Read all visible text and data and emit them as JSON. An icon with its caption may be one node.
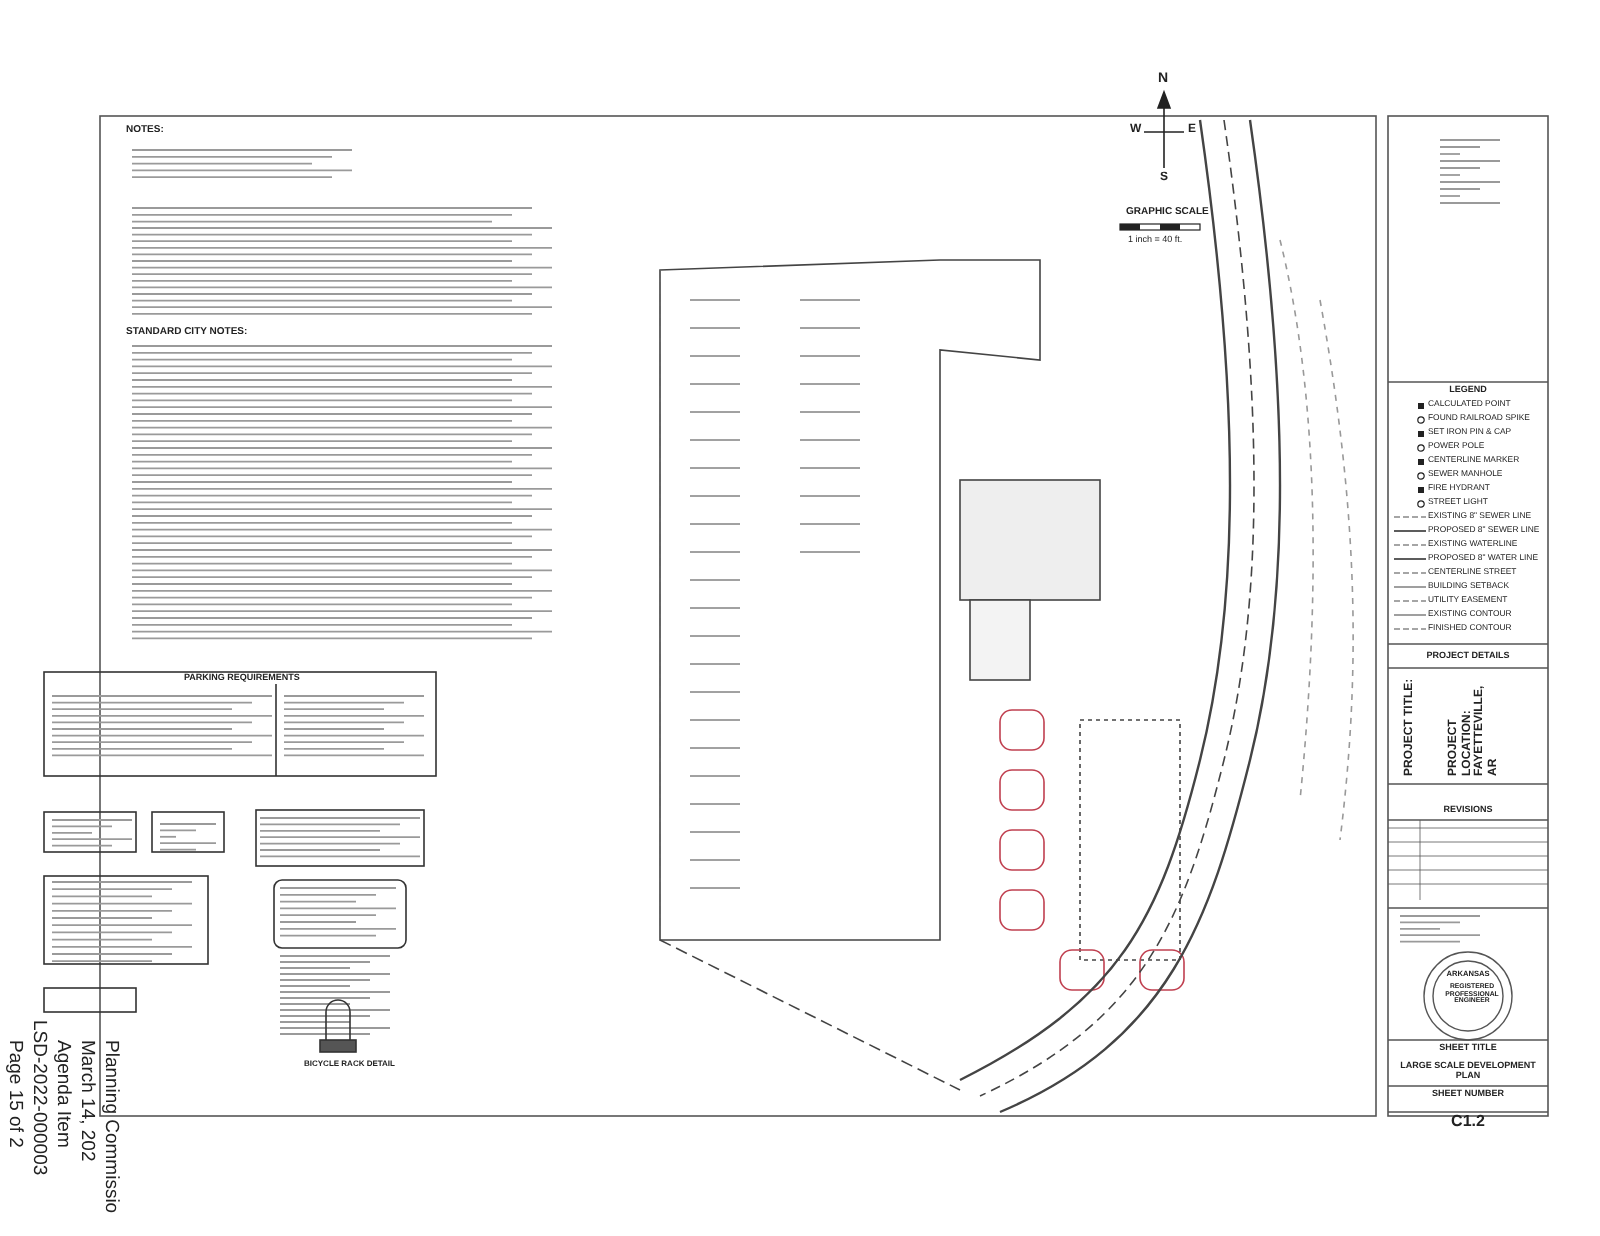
{
  "diagram": {
    "labels": [
      "NOTES:",
      "STANDARD CITY NOTES:",
      "PARKING REQUIREMENTS",
      "BICYCLE RACK DETAIL",
      "N",
      "W",
      "E",
      "S",
      "GRAPHIC SCALE",
      "1 inch = 40 ft.",
      "LEGEND",
      "PROJECT DETAILS",
      "PROJECT TITLE:",
      "PROJECT LOCATION: FAYETTEVILLE, AR",
      "REVISIONS",
      "ARKANSAS",
      "REGISTERED PROFESSIONAL ENGINEER",
      "SHEET TITLE",
      "LARGE SCALE DEVELOPMENT PLAN",
      "SHEET NUMBER",
      "C1.2",
      "Planning Commissio",
      "March 14, 202",
      "Agenda Item",
      "LSD-2022-000003",
      "Page 15 of 2"
    ],
    "legend": [
      {
        "text": "CALCULATED POINT"
      },
      {
        "text": "FOUND RAILROAD SPIKE"
      },
      {
        "text": "SET IRON PIN & CAP"
      },
      {
        "text": "POWER POLE"
      },
      {
        "text": "CENTERLINE MARKER"
      },
      {
        "text": "SEWER MANHOLE"
      },
      {
        "text": "FIRE HYDRANT"
      },
      {
        "text": "STREET LIGHT"
      },
      {
        "text": "EXISTING 8\" SEWER LINE"
      },
      {
        "text": "PROPOSED 8\" SEWER LINE"
      },
      {
        "text": "EXISTING WATERLINE"
      },
      {
        "text": "PROPOSED 8\" WATER LINE"
      },
      {
        "text": "CENTERLINE STREET"
      },
      {
        "text": "BUILDING SETBACK"
      },
      {
        "text": "UTILITY EASEMENT"
      },
      {
        "text": "EXISTING CONTOUR"
      },
      {
        "text": "FINISHED CONTOUR"
      }
    ]
  }
}
